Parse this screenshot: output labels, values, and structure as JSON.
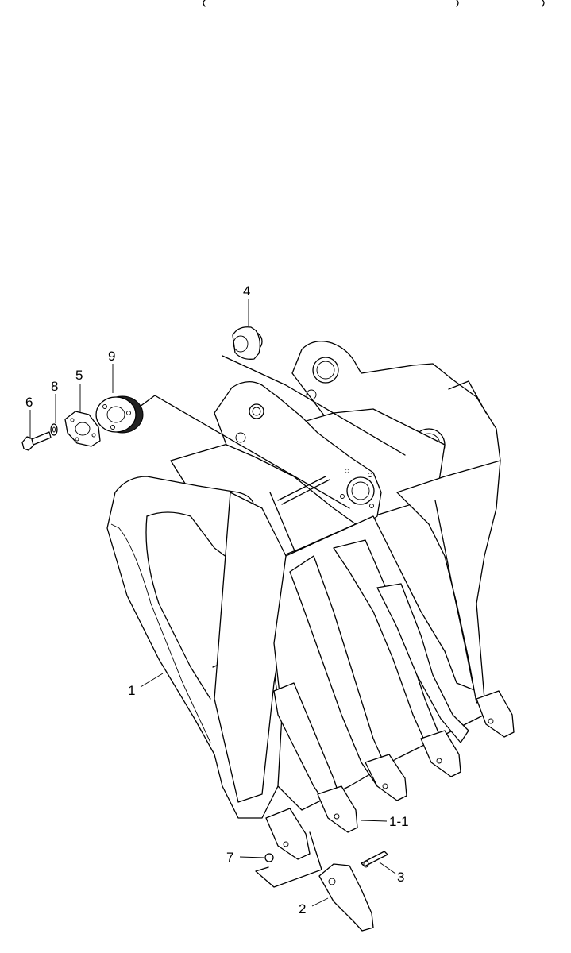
{
  "callouts": [
    {
      "id": "p1",
      "text": "1"
    },
    {
      "id": "p11",
      "text": "1-1"
    },
    {
      "id": "p2",
      "text": "2"
    },
    {
      "id": "p3",
      "text": "3"
    },
    {
      "id": "p4",
      "text": "4"
    },
    {
      "id": "p5",
      "text": "5"
    },
    {
      "id": "p6",
      "text": "6"
    },
    {
      "id": "p7",
      "text": "7"
    },
    {
      "id": "p8",
      "text": "8"
    },
    {
      "id": "p9",
      "text": "9"
    }
  ]
}
